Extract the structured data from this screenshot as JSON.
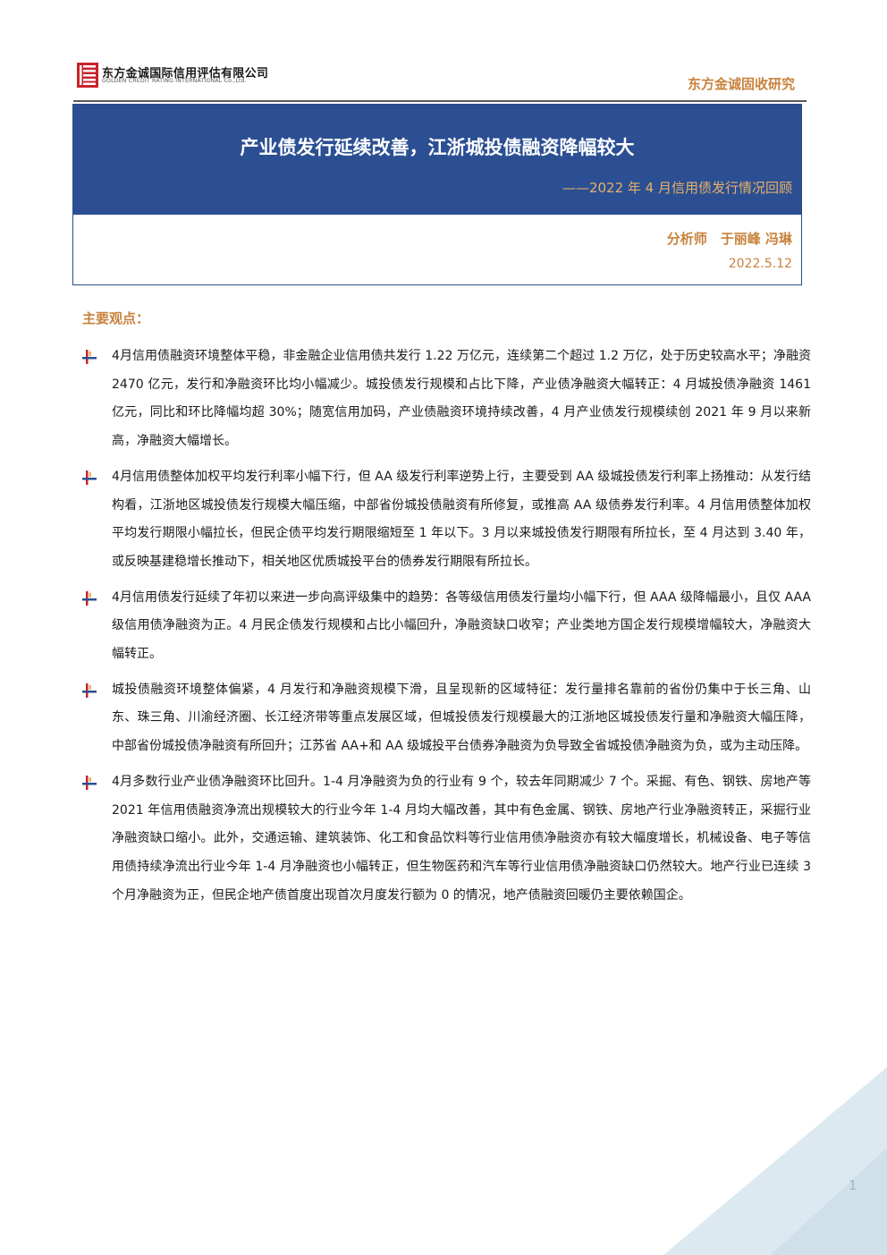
{
  "header": {
    "company_cn": "东方金诚国际信用评估有限公司",
    "company_en": "GOLDEN CREDIT RATING INTERNATIONAL Co.,Ltd.",
    "right_label": "东方金诚固收研究"
  },
  "title": {
    "main": "产业债发行延续改善，江浙城投债融资降幅较大",
    "sub": "——2022 年 4 月信用债发行情况回顾",
    "analyst": "分析师　于丽峰 冯琳",
    "date": "2022.5.12"
  },
  "section": {
    "title": "主要观点："
  },
  "bullets": [
    "4月信用债融资环境整体平稳，非金融企业信用债共发行 1.22 万亿元，连续第二个超过 1.2 万亿，处于历史较高水平；净融资 2470 亿元，发行和净融资环比均小幅减少。城投债发行规模和占比下降，产业债净融资大幅转正：4 月城投债净融资 1461 亿元，同比和环比降幅均超 30%；随宽信用加码，产业债融资环境持续改善，4 月产业债发行规模续创 2021 年 9 月以来新高，净融资大幅增长。",
    "4月信用债整体加权平均发行利率小幅下行，但 AA 级发行利率逆势上行，主要受到 AA 级城投债发行利率上扬推动：从发行结构看，江浙地区城投债发行规模大幅压缩，中部省份城投债融资有所修复，或推高 AA 级债券发行利率。4 月信用债整体加权平均发行期限小幅拉长，但民企债平均发行期限缩短至 1 年以下。3 月以来城投债发行期限有所拉长，至 4 月达到 3.40 年，或反映基建稳增长推动下，相关地区优质城投平台的债券发行期限有所拉长。",
    "4月信用债发行延续了年初以来进一步向高评级集中的趋势：各等级信用债发行量均小幅下行，但 AAA 级降幅最小，且仅 AAA 级信用债净融资为正。4 月民企债发行规模和占比小幅回升，净融资缺口收窄；产业类地方国企发行规模增幅较大，净融资大幅转正。",
    "城投债融资环境整体偏紧，4 月发行和净融资规模下滑，且呈现新的区域特征：发行量排名靠前的省份仍集中于长三角、山东、珠三角、川渝经济圈、长江经济带等重点发展区域，但城投债发行规模最大的江浙地区城投债发行量和净融资大幅压降，中部省份城投债净融资有所回升；江苏省 AA+和 AA 级城投平台债券净融资为负导致全省城投债净融资为负，或为主动压降。",
    "4月多数行业产业债净融资环比回升。1-4 月净融资为负的行业有 9 个，较去年同期减少 7 个。采掘、有色、钢铁、房地产等 2021 年信用债融资净流出规模较大的行业今年 1-4 月均大幅改善，其中有色金属、钢铁、房地产行业净融资转正，采掘行业净融资缺口缩小。此外，交通运输、建筑装饰、化工和食品饮料等行业信用债净融资亦有较大幅度增长，机械设备、电子等信用债持续净流出行业今年 1-4 月净融资也小幅转正，但生物医药和汽车等行业信用债净融资缺口仍然较大。地产行业已连续 3 个月净融资为正，但民企地产债首度出现首次月度发行额为 0 的情况，地产债融资回暖仍主要依赖国企。"
  ],
  "footer": {
    "page_number": "1"
  }
}
